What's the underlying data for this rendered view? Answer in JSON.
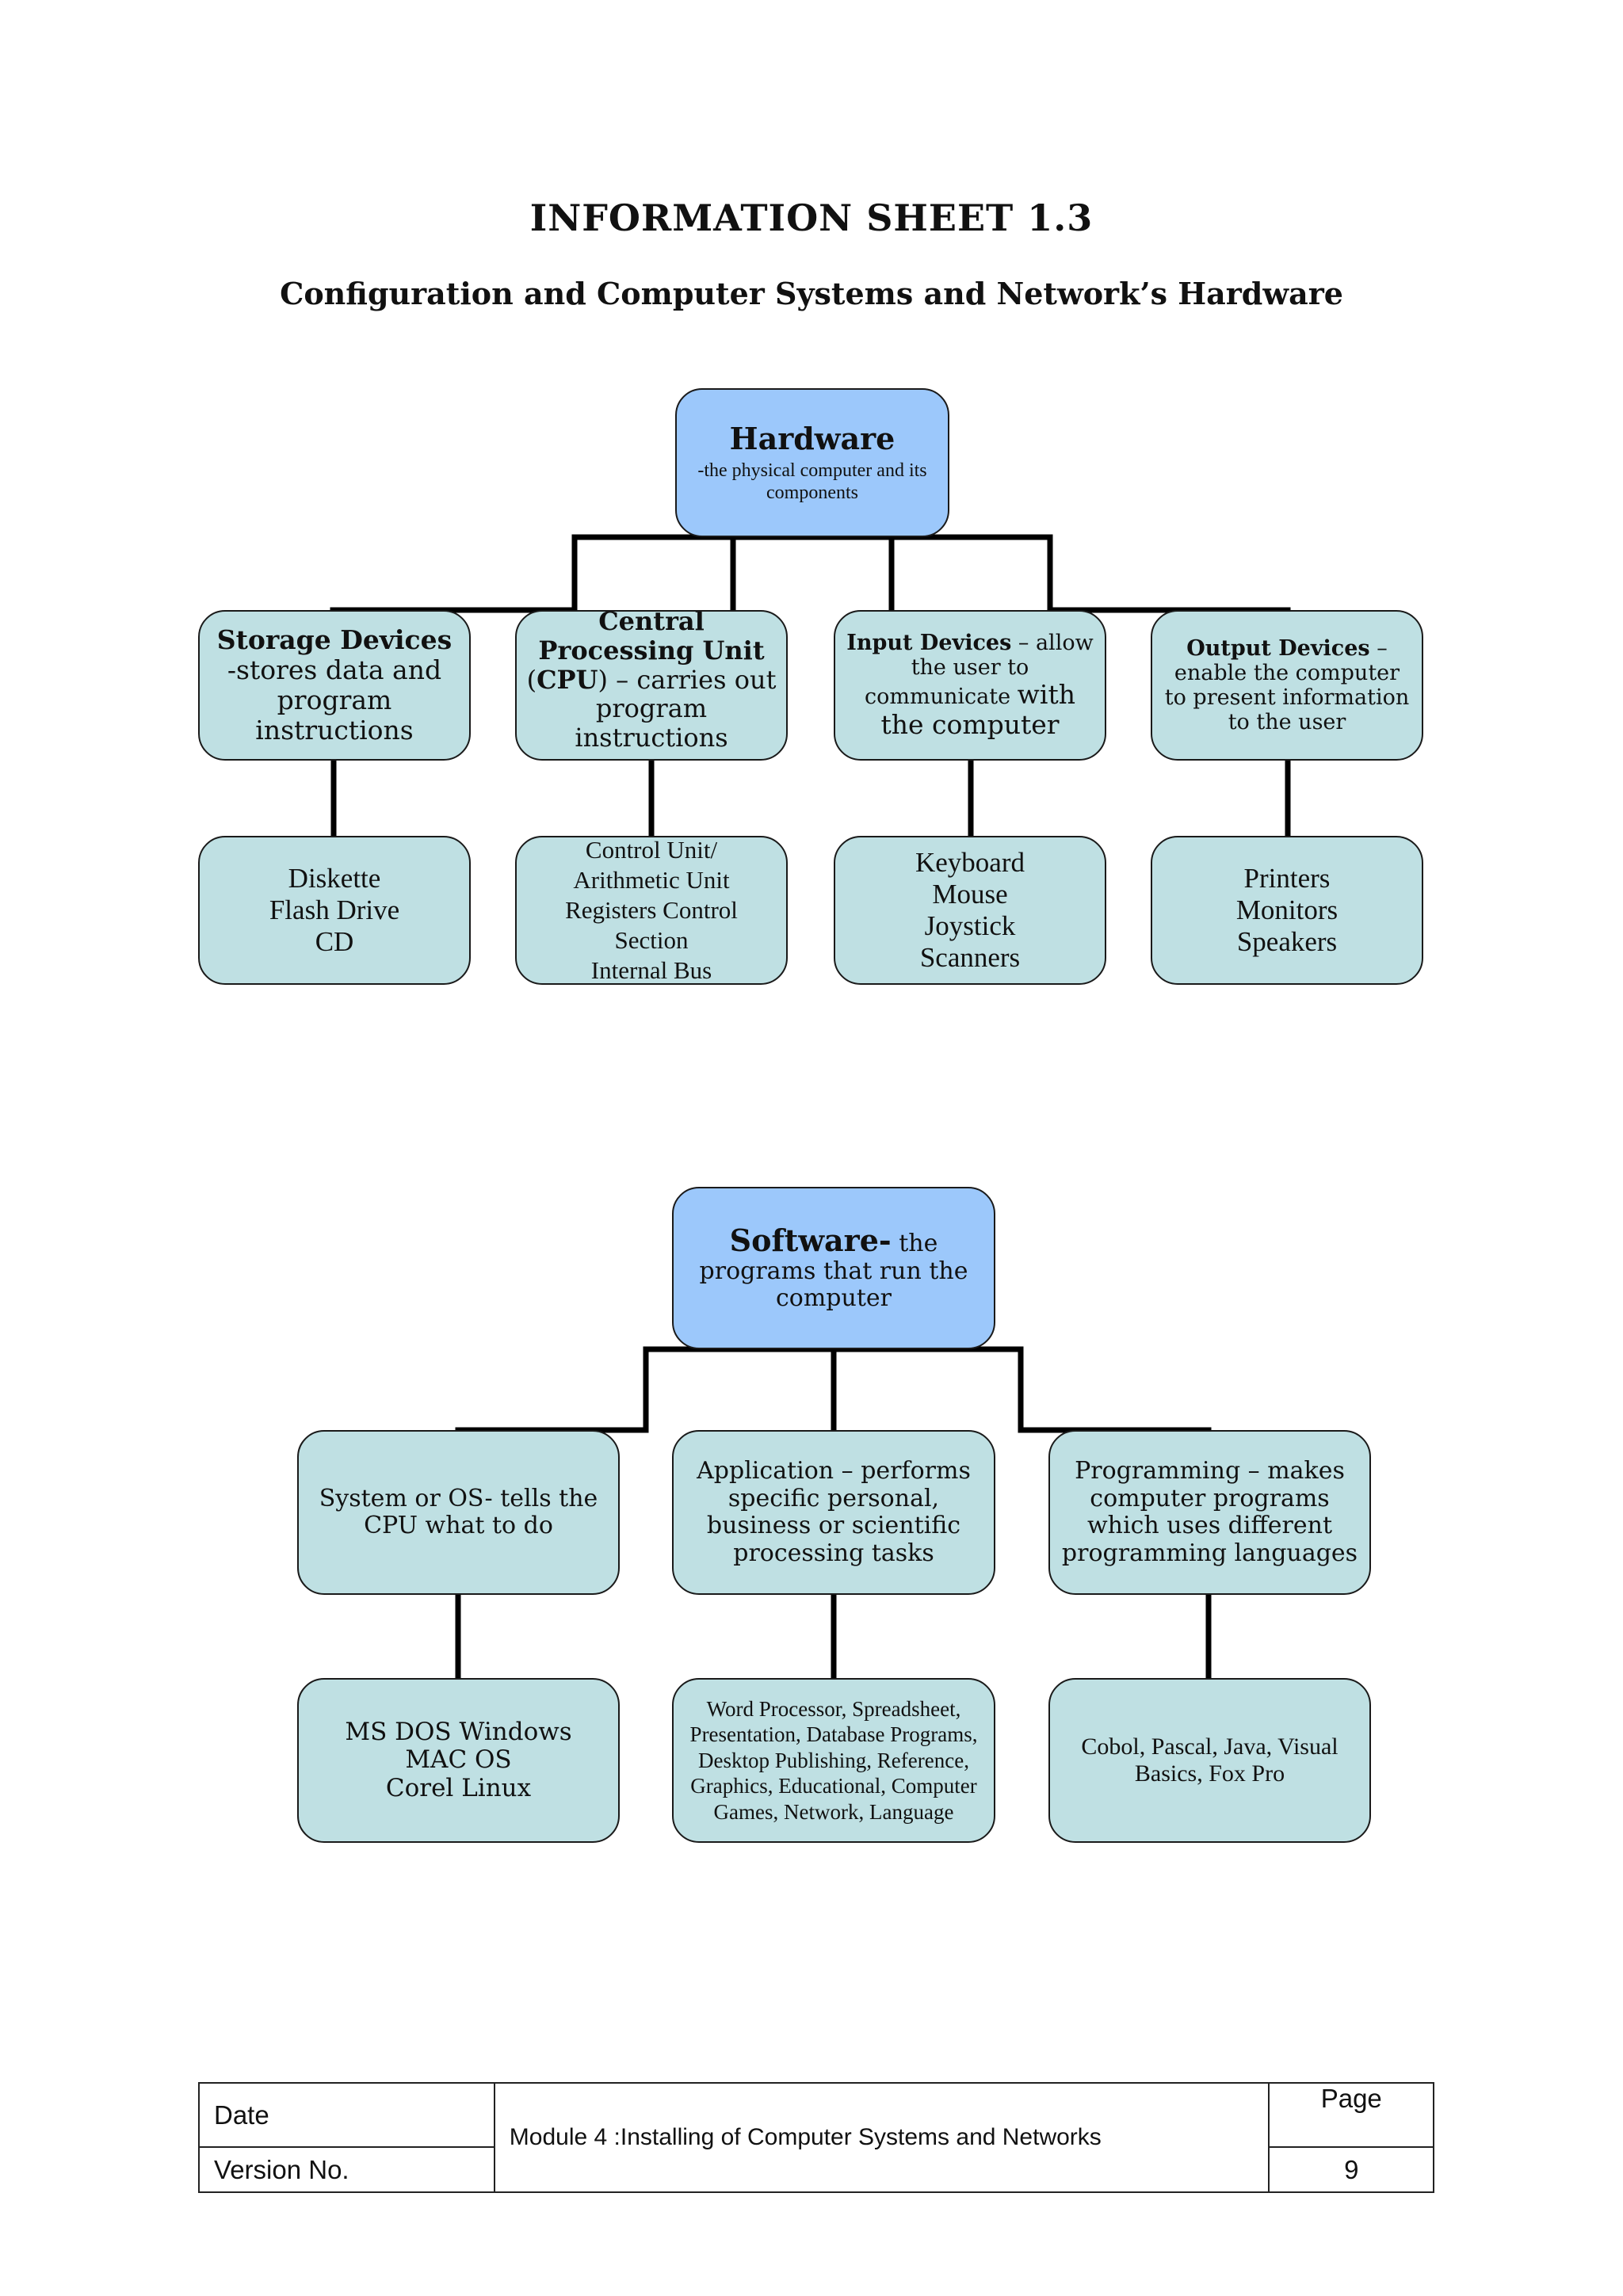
{
  "header": {
    "title": "INFORMATION SHEET 1.3",
    "subtitle": "Configuration and Computer Systems and Network’s Hardware"
  },
  "hardware": {
    "root": {
      "title": "Hardware",
      "desc": "-the physical computer and its components"
    },
    "categories": [
      {
        "title": "Storage Devices",
        "desc": "-stores data and program instructions"
      },
      {
        "title": "Central Processing Unit",
        "abbr": "CPU",
        "desc": "– carries out program instructions"
      },
      {
        "title": "Input Devices",
        "desc": "– allow the user to communicate",
        "desc2": "with the computer"
      },
      {
        "title": "Output Devices",
        "desc": "– enable the computer to present information to the user"
      }
    ],
    "leaves": [
      {
        "lines": [
          "Diskette",
          "Flash Drive",
          "CD"
        ]
      },
      {
        "lines": [
          "Control Unit/",
          "Arithmetic Unit",
          "Registers Control",
          "Section",
          "Internal Bus"
        ]
      },
      {
        "lines": [
          "Keyboard",
          "Mouse",
          "Joystick",
          "Scanners"
        ]
      },
      {
        "lines": [
          "Printers",
          "Monitors",
          "Speakers"
        ]
      }
    ]
  },
  "software": {
    "root": {
      "title": "Software-",
      "desc": "the programs that run the computer"
    },
    "categories": [
      {
        "text": "System or OS- tells the CPU what to do"
      },
      {
        "text": "Application – performs specific personal, business or scientific processing tasks"
      },
      {
        "text": "Programming – makes computer programs which uses different programming languages"
      }
    ],
    "leaves": [
      {
        "lines": [
          "MS DOS Windows",
          "MAC OS",
          "Corel Linux"
        ]
      },
      {
        "text": "Word Processor, Spreadsheet, Presentation, Database Programs, Desktop Publishing, Reference, Graphics, Educational, Computer Games, Network, Language"
      },
      {
        "text": "Cobol, Pascal, Java, Visual Basics, Fox Pro"
      }
    ]
  },
  "footer": {
    "date_label": "Date",
    "version_label": "Version No.",
    "module": "Module 4 :Installing of Computer Systems and Networks",
    "page_label": "Page",
    "page_number": "9"
  }
}
